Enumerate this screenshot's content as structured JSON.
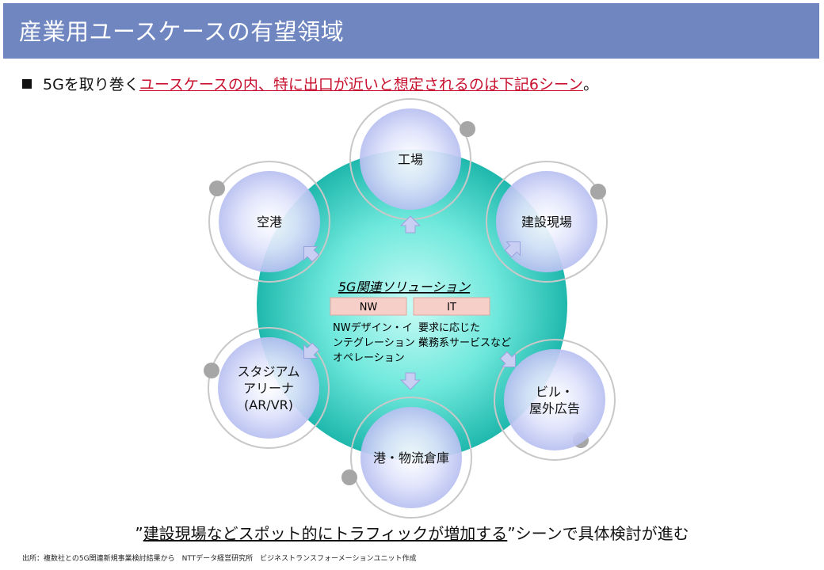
{
  "page": {
    "title": "産業用ユースケースの有望領域"
  },
  "bullet": {
    "prefix": "5Gを取り巻く",
    "highlight": "ユースケースの内、特に出口が近いと想定されるのは下記6シーン",
    "suffix": "。"
  },
  "center": {
    "title": "5G関連ソリューション",
    "nw_label": "NW",
    "it_label": "IT",
    "nw_desc": [
      "NWデザイン・イ",
      "ンテグレーション・",
      "オペレーション"
    ],
    "it_desc": [
      "要求に応じた",
      "業務系サービスなど"
    ]
  },
  "scenes": [
    {
      "lines": [
        "工場"
      ]
    },
    {
      "lines": [
        "建設現場"
      ]
    },
    {
      "lines": [
        "ビル・",
        "屋外広告"
      ]
    },
    {
      "lines": [
        "港・物流倉庫"
      ]
    },
    {
      "lines": [
        "スタジアム",
        "アリーナ",
        "(AR/VR)"
      ]
    },
    {
      "lines": [
        "空港"
      ]
    }
  ],
  "note": {
    "open_quote": "”",
    "underlined": "建設現場などスポット的にトラフィックが増加する",
    "rest": "”シーンで具体検討が進む"
  },
  "source": "出所：複数社との5G関連新規事業検討結果から　NTTデータ経営研究所　ビジネストランスフォーメーションユニット作成",
  "colors": {
    "header": "#6f86c0",
    "highlight": "#c8102e",
    "center": "#3fd6c8",
    "scene": "#c7cdf2",
    "tag": "#f6cfc8"
  }
}
